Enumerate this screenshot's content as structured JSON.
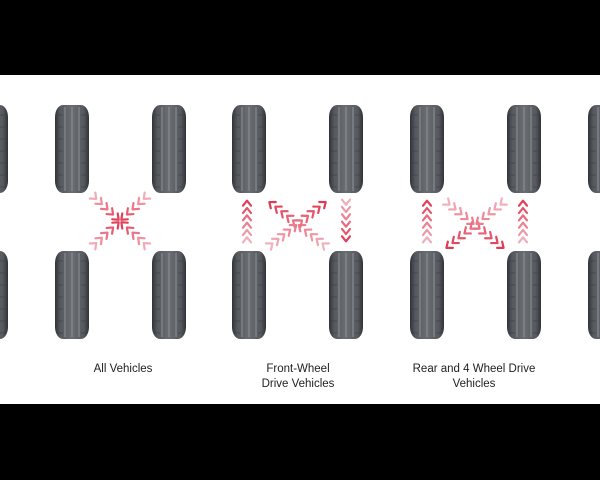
{
  "diagrams": [
    {
      "label": "All Vehicles"
    },
    {
      "label": "Front-Wheel Drive Vehicles",
      "lines": [
        "Front-Wheel",
        "Drive Vehicles"
      ]
    },
    {
      "label": "Rear and 4 Wheel Drive Vehicles",
      "lines": [
        "Rear and 4 Wheel Drive",
        "Vehicles"
      ]
    }
  ],
  "colors": {
    "arrow": "#e0344e",
    "arrow_faded": "#f3b8c2",
    "tire": "#4a4e53",
    "background": "#ffffff",
    "frame": "#000000"
  },
  "icons": {
    "tire": "tire-icon",
    "arrow": "chevron-arrow-icon"
  }
}
